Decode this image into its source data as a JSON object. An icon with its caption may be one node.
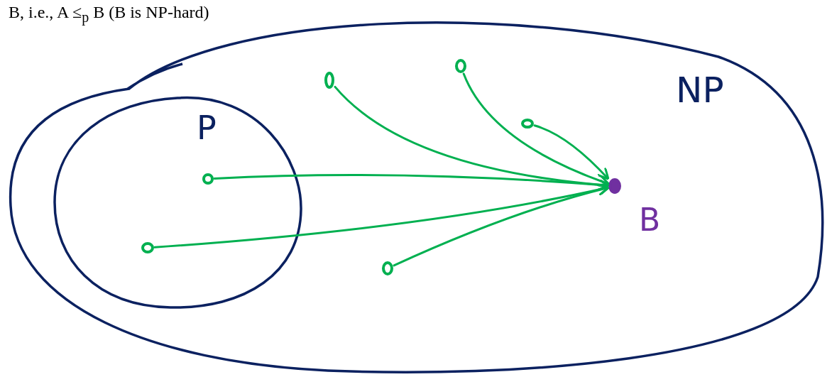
{
  "diagram": {
    "title": "B, i.e., A ≤$_{p}$ B (B is NP-hard)",
    "nodes": [
      {
        "text": [
          "NP"
        ]
      },
      {
        "text": [
          "P"
        ],
        "in": 0
      },
      {
        "text": [],
        "shape": "circle",
        "in": 1
      },
      {
        "text": [],
        "shape": "circle",
        "in": 1
      },
      {
        "text": [],
        "shape": "circle",
        "in": 0
      },
      {
        "text": [],
        "shape": "circle",
        "in": 0
      },
      {
        "text": [],
        "shape": "circle",
        "in": 0
      },
      {
        "text": [],
        "shape": "circle",
        "in": 0
      },
      {
        "text": [],
        "shape": "circle",
        "in": 0,
        "beside": [
          "B"
        ]
      }
    ],
    "edges": [
      {
        "from": 2,
        "to": 8,
        "arrow": "to"
      },
      {
        "from": 3,
        "to": 8,
        "arrow": "to"
      },
      {
        "from": 4,
        "to": 8,
        "arrow": "to"
      },
      {
        "from": 5,
        "to": 8,
        "arrow": "to"
      },
      {
        "from": 6,
        "to": 8,
        "arrow": "to"
      },
      {
        "from": 7,
        "to": 8,
        "arrow": "to"
      }
    ]
  }
}
